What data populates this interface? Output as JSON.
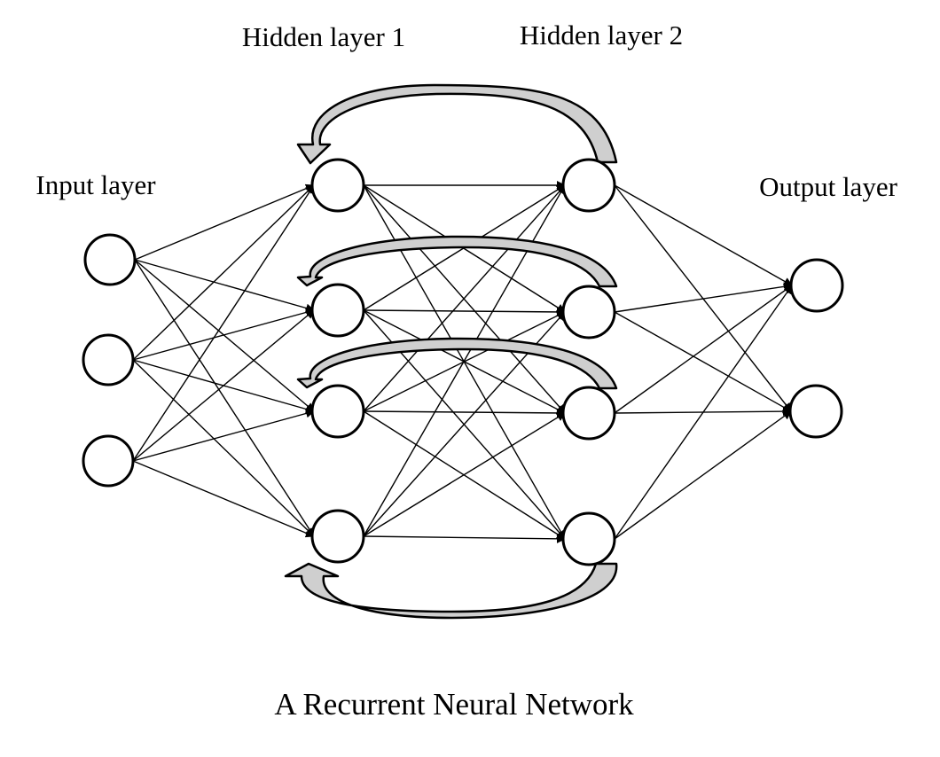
{
  "labels": {
    "input_layer": "Input layer",
    "hidden_layer_1": "Hidden layer 1",
    "hidden_layer_2": "Hidden layer 2",
    "output_layer": "Output layer"
  },
  "caption": "A Recurrent Neural Network",
  "network": {
    "layers": [
      {
        "name": "input",
        "size": 3
      },
      {
        "name": "hidden1",
        "size": 4
      },
      {
        "name": "hidden2",
        "size": 4
      },
      {
        "name": "output",
        "size": 2
      }
    ],
    "fully_connected": true,
    "recurrent_loops": 4
  },
  "colors": {
    "stroke": "#000000",
    "node_fill": "#ffffff",
    "loop_fill": "#cfcfcf",
    "background": "#ffffff"
  }
}
